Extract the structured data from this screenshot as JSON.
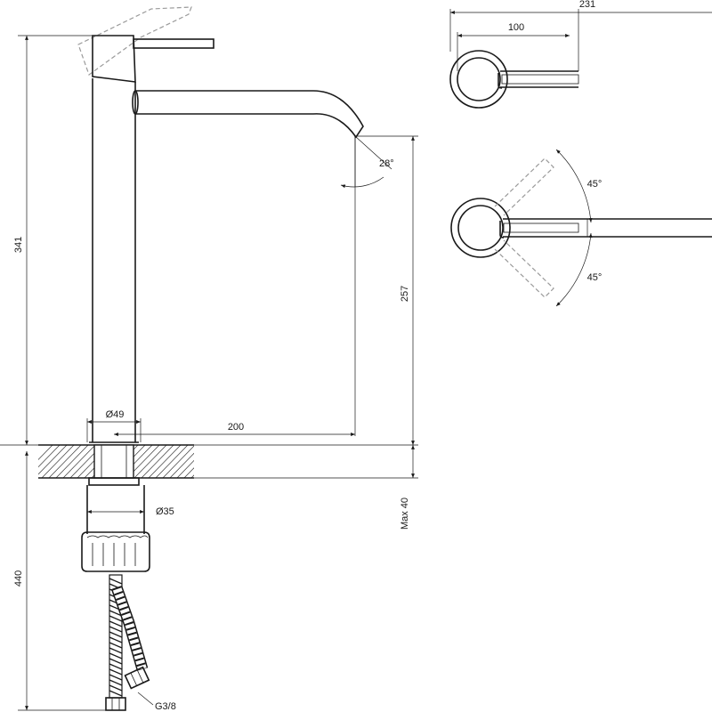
{
  "dimensions": {
    "total_width": "231",
    "handle_offset": "100",
    "swing_angle_top": "45°",
    "swing_angle_bottom": "45°",
    "spout_angle": "28°",
    "total_height": "341",
    "spout_height": "257",
    "spout_reach": "200",
    "body_diameter": "Ø49",
    "shank_diameter": "Ø35",
    "max_counter_thickness": "Max 40",
    "hose_length": "440",
    "connection_thread": "G3/8"
  }
}
